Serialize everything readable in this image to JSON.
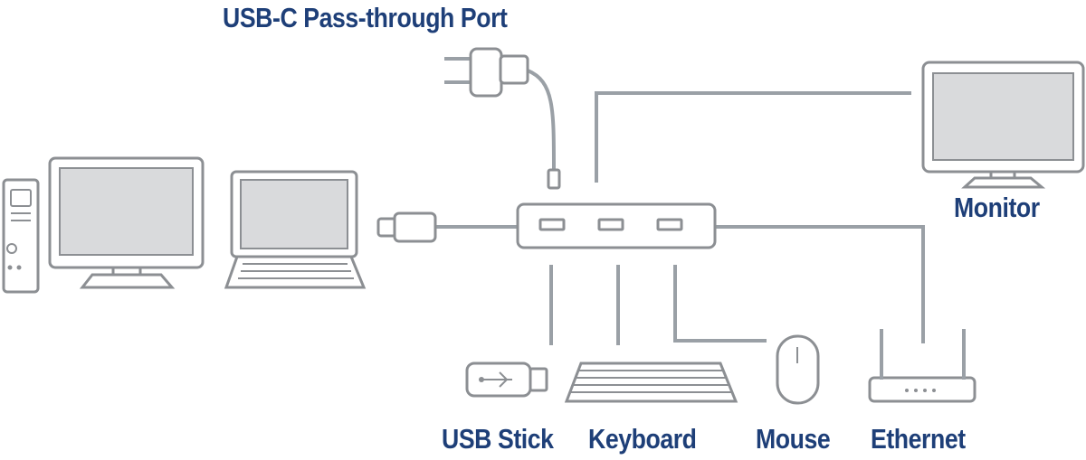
{
  "labels": {
    "passthrough": "USB-C Pass-through Port",
    "monitor": "Monitor",
    "usb_stick": "USB Stick",
    "keyboard": "Keyboard",
    "mouse": "Mouse",
    "ethernet": "Ethernet"
  },
  "colors": {
    "label_text": "#1e3f78",
    "connector_line": "#9aa0a6",
    "device_outline": "#8c8f93",
    "screen_fill": "#d9dadc"
  }
}
